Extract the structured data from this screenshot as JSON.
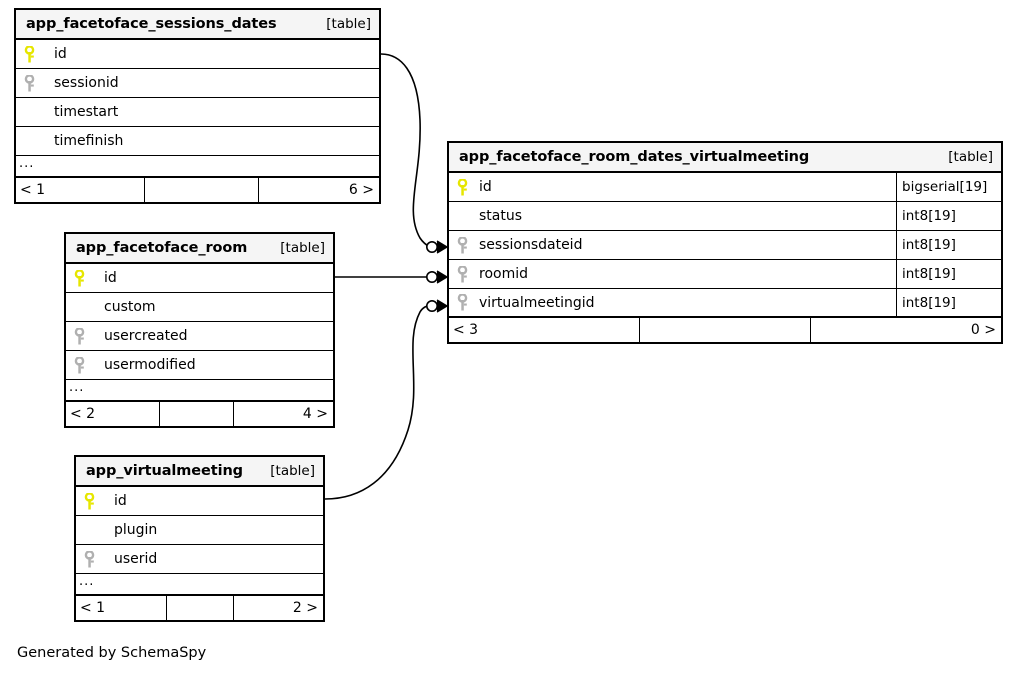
{
  "diagram": {
    "caption": "Generated by SchemaSpy",
    "kind_label": "[table]",
    "more_columns_marker": "...",
    "colors": {
      "primary_key": "#e6e600",
      "foreign_key": "#b0b0b0",
      "header_background": "#f5f5f5",
      "border": "#000000",
      "background": "#ffffff"
    }
  },
  "tables": [
    {
      "id": "app_facetoface_sessions_dates",
      "name": "app_facetoface_sessions_dates",
      "kind": "[table]",
      "columns": [
        {
          "name": "id",
          "key": "primary",
          "type": ""
        },
        {
          "name": "sessionid",
          "key": "foreign",
          "type": ""
        },
        {
          "name": "timestart",
          "key": "none",
          "type": ""
        },
        {
          "name": "timefinish",
          "key": "none",
          "type": ""
        }
      ],
      "has_more_columns": true,
      "footer": {
        "left": "< 1",
        "middle": "",
        "right": "6 >"
      }
    },
    {
      "id": "app_facetoface_room",
      "name": "app_facetoface_room",
      "kind": "[table]",
      "columns": [
        {
          "name": "id",
          "key": "primary",
          "type": ""
        },
        {
          "name": "custom",
          "key": "none",
          "type": ""
        },
        {
          "name": "usercreated",
          "key": "foreign",
          "type": ""
        },
        {
          "name": "usermodified",
          "key": "foreign",
          "type": ""
        }
      ],
      "has_more_columns": true,
      "footer": {
        "left": "< 2",
        "middle": "",
        "right": "4 >"
      }
    },
    {
      "id": "app_virtualmeeting",
      "name": "app_virtualmeeting",
      "kind": "[table]",
      "columns": [
        {
          "name": "id",
          "key": "primary",
          "type": ""
        },
        {
          "name": "plugin",
          "key": "none",
          "type": ""
        },
        {
          "name": "userid",
          "key": "foreign",
          "type": ""
        }
      ],
      "has_more_columns": true,
      "footer": {
        "left": "< 1",
        "middle": "",
        "right": "2 >"
      }
    },
    {
      "id": "app_facetoface_room_dates_virtualmeeting",
      "name": "app_facetoface_room_dates_virtualmeeting",
      "kind": "[table]",
      "columns": [
        {
          "name": "id",
          "key": "primary",
          "type": "bigserial[19]"
        },
        {
          "name": "status",
          "key": "none",
          "type": "int8[19]"
        },
        {
          "name": "sessionsdateid",
          "key": "foreign",
          "type": "int8[19]"
        },
        {
          "name": "roomid",
          "key": "foreign",
          "type": "int8[19]"
        },
        {
          "name": "virtualmeetingid",
          "key": "foreign",
          "type": "int8[19]"
        }
      ],
      "has_more_columns": false,
      "footer": {
        "left": "< 3",
        "middle": "",
        "right": "0 >"
      }
    }
  ],
  "relationships": [
    {
      "from_table": "app_facetoface_sessions_dates",
      "from_column": "id",
      "to_table": "app_facetoface_room_dates_virtualmeeting",
      "to_column": "sessionsdateid"
    },
    {
      "from_table": "app_facetoface_room",
      "from_column": "id",
      "to_table": "app_facetoface_room_dates_virtualmeeting",
      "to_column": "roomid"
    },
    {
      "from_table": "app_virtualmeeting",
      "from_column": "id",
      "to_table": "app_facetoface_room_dates_virtualmeeting",
      "to_column": "virtualmeetingid"
    }
  ]
}
